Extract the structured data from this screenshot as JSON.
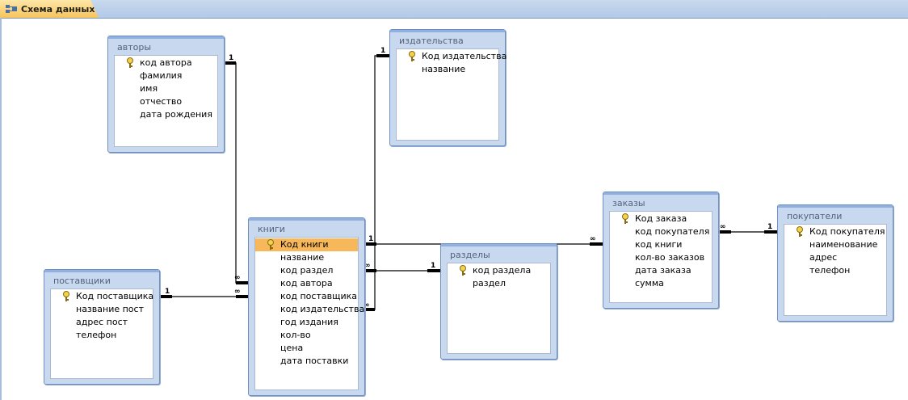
{
  "tab": {
    "label": "Схема данных",
    "icon": "relationships-icon"
  },
  "tables": {
    "avtory": {
      "title": "авторы",
      "fields": [
        {
          "name": "код автора",
          "key": true
        },
        {
          "name": "фамилия",
          "key": false
        },
        {
          "name": "имя",
          "key": false
        },
        {
          "name": "отчество",
          "key": false
        },
        {
          "name": "дата рождения",
          "key": false
        }
      ]
    },
    "izdatelstva": {
      "title": "издательства",
      "fields": [
        {
          "name": "Код издательства",
          "key": true
        },
        {
          "name": "название",
          "key": false
        }
      ]
    },
    "knigi": {
      "title": "книги",
      "fields": [
        {
          "name": "Код книги",
          "key": true,
          "selected": true
        },
        {
          "name": "название",
          "key": false
        },
        {
          "name": "код раздел",
          "key": false
        },
        {
          "name": "код автора",
          "key": false
        },
        {
          "name": "код поставщика",
          "key": false
        },
        {
          "name": "код издательства",
          "key": false
        },
        {
          "name": "год издания",
          "key": false
        },
        {
          "name": "кол-во",
          "key": false
        },
        {
          "name": "цена",
          "key": false
        },
        {
          "name": "дата поставки",
          "key": false
        }
      ]
    },
    "postavshchiki": {
      "title": "поставщики",
      "fields": [
        {
          "name": "Код поставщика",
          "key": true
        },
        {
          "name": "название пост",
          "key": false
        },
        {
          "name": "адрес пост",
          "key": false
        },
        {
          "name": "телефон",
          "key": false
        }
      ]
    },
    "razdely": {
      "title": "разделы",
      "fields": [
        {
          "name": "код раздела",
          "key": true
        },
        {
          "name": "раздел",
          "key": false
        }
      ]
    },
    "zakazy": {
      "title": "заказы",
      "fields": [
        {
          "name": "Код заказа",
          "key": true
        },
        {
          "name": "код покупателя",
          "key": false
        },
        {
          "name": "код книги",
          "key": false
        },
        {
          "name": "кол-во заказов",
          "key": false
        },
        {
          "name": "дата заказа",
          "key": false
        },
        {
          "name": "сумма",
          "key": false
        }
      ]
    },
    "pokupateli": {
      "title": "покупатели",
      "fields": [
        {
          "name": "Код покупателя",
          "key": true
        },
        {
          "name": "наименование",
          "key": false
        },
        {
          "name": "адрес",
          "key": false
        },
        {
          "name": "телефон",
          "key": false
        }
      ]
    }
  },
  "relationships": [
    {
      "from": "авторы.код автора",
      "to": "книги.код автора",
      "one": "1",
      "many": "∞"
    },
    {
      "from": "издательства.Код издательства",
      "to": "книги.код издательства",
      "one": "1",
      "many": "∞"
    },
    {
      "from": "поставщики.Код поставщика",
      "to": "книги.код поставщика",
      "one": "1",
      "many": "∞"
    },
    {
      "from": "разделы.код раздела",
      "to": "книги.код раздел",
      "one": "1",
      "many": "∞"
    },
    {
      "from": "книги.Код книги",
      "to": "заказы.код книги",
      "one": "1",
      "many": "∞"
    },
    {
      "from": "покупатели.Код покупателя",
      "to": "заказы.код покупателя",
      "one": "1",
      "many": "∞"
    }
  ]
}
